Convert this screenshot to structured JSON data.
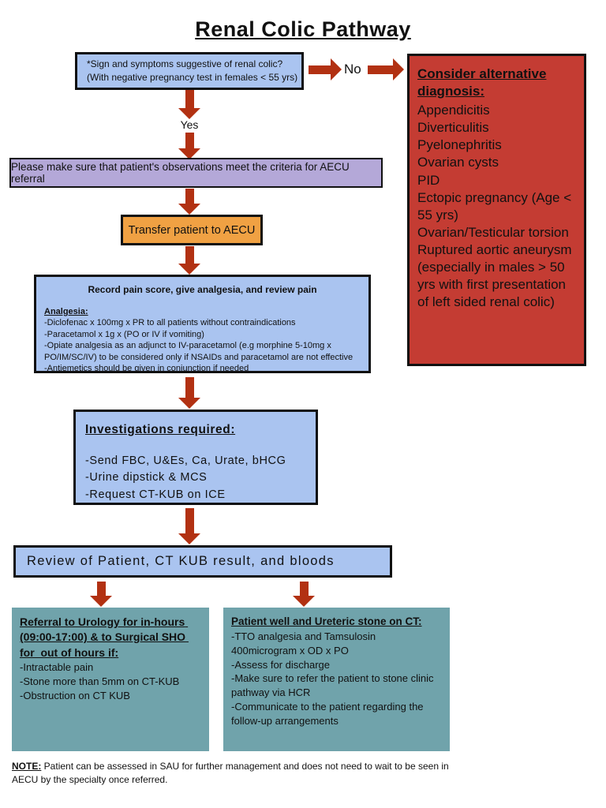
{
  "title": "Renal Colic Pathway",
  "colors": {
    "arrow": "#b23112",
    "box_blue": "#aac4f0",
    "box_red": "#c43c33",
    "box_purple": "#b4a8d8",
    "box_orange": "#f0a143",
    "box_teal": "#70a3ab",
    "border": "#111111",
    "text": "#111111"
  },
  "flow": {
    "symptom_box": {
      "line1": "*Sign and symptoms suggestive of renal colic?",
      "line2": "(With negative pregnancy test in females < 55 yrs)"
    },
    "no_label": "No",
    "yes_label": "Yes",
    "alt_diagnosis": {
      "title": "Consider alternative diagnosis:",
      "items": [
        "Appendicitis",
        "Diverticulitis",
        "Pyelonephritis",
        "Ovarian cysts",
        "PID",
        "Ectopic pregnancy (Age < 55 yrs)",
        "Ovarian/Testicular torsion",
        "Ruptured aortic aneurysm (especially in males > 50 yrs with first presentation of left sided renal colic)"
      ]
    },
    "observations_box": "Please make sure that patient's observations meet the criteria for AECU referral",
    "transfer_box": "Transfer patient to AECU",
    "pain_box": {
      "title": "Record pain score, give analgesia, and review pain",
      "subtitle": "Analgesia:",
      "items": [
        "-Diclofenac x 100mg x PR to all patients without contraindications",
        "-Paracetamol x 1g x (PO or IV if vomiting)",
        "-Opiate analgesia as an adjunct to IV-paracetamol (e.g morphine 5-10mg x PO/IM/SC/IV) to be considered only if NSAIDs and paracetamol are not effective",
        "-Antiemetics should be given in conjunction if needed"
      ]
    },
    "investigations_box": {
      "title": "Investigations required:",
      "items": [
        "-Send FBC, U&Es, Ca, Urate, bHCG",
        "-Urine dipstick & MCS",
        "-Request CT-KUB on ICE"
      ]
    },
    "review_box": "Review of Patient, CT KUB result, and bloods",
    "urology_box": {
      "title": "Referral to Urology for in-hours (09:00-17:00) & to Surgical SHO for  out of hours if:",
      "items": [
        "-Intractable pain",
        "-Stone more than 5mm on CT-KUB",
        "-Obstruction on CT KUB"
      ]
    },
    "discharge_box": {
      "title": "Patient well and Ureteric stone on CT:",
      "items": [
        "-TTO analgesia and Tamsulosin 400microgram x OD x PO",
        "-Assess for discharge",
        "-Make sure to refer the patient to stone clinic pathway via HCR",
        "-Communicate to the patient regarding the follow-up arrangements"
      ]
    },
    "note": {
      "label": "NOTE:",
      "text": " Patient can be assessed in SAU for further management and does not need to wait to be seen in AECU by the specialty once referred."
    }
  }
}
